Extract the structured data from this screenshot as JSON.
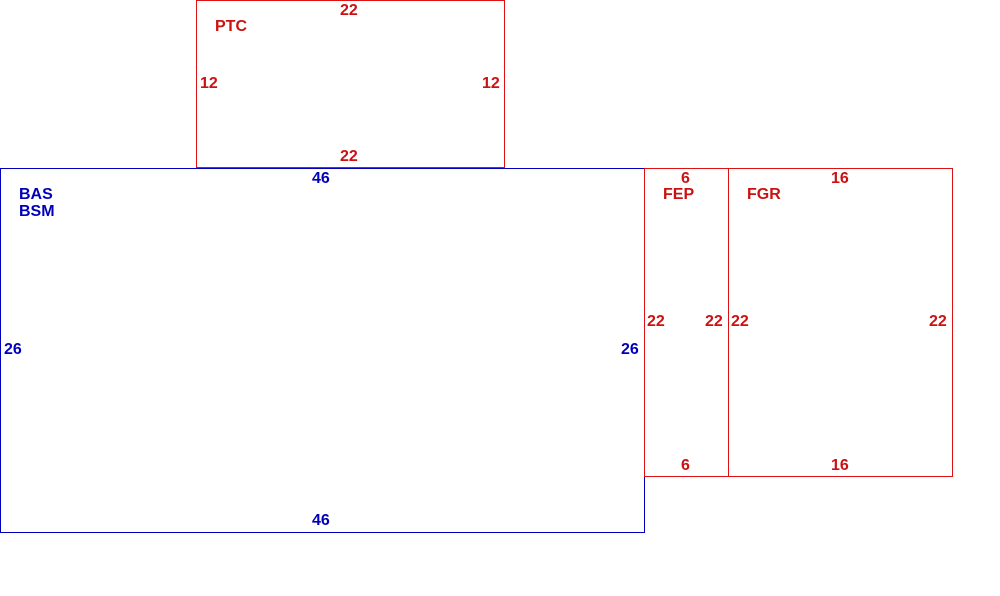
{
  "colors": {
    "red": "#dd1111",
    "blue": "#0000bb"
  },
  "rooms": {
    "ptc": {
      "names": [
        "PTC"
      ],
      "color": "red",
      "dims": {
        "top": "22",
        "bottom": "22",
        "left": "12",
        "right": "12"
      }
    },
    "bas": {
      "names": [
        "BAS",
        "BSM"
      ],
      "color": "blue",
      "dims": {
        "top": "46",
        "bottom": "46",
        "left": "26",
        "right": "26"
      }
    },
    "fep": {
      "names": [
        "FEP"
      ],
      "color": "red",
      "dims": {
        "top": "6",
        "bottom": "6",
        "left": "22",
        "right": "22"
      }
    },
    "fgr": {
      "names": [
        "FGR"
      ],
      "color": "red",
      "dims": {
        "top": "16",
        "bottom": "16",
        "left": "22",
        "right": "22"
      }
    }
  }
}
